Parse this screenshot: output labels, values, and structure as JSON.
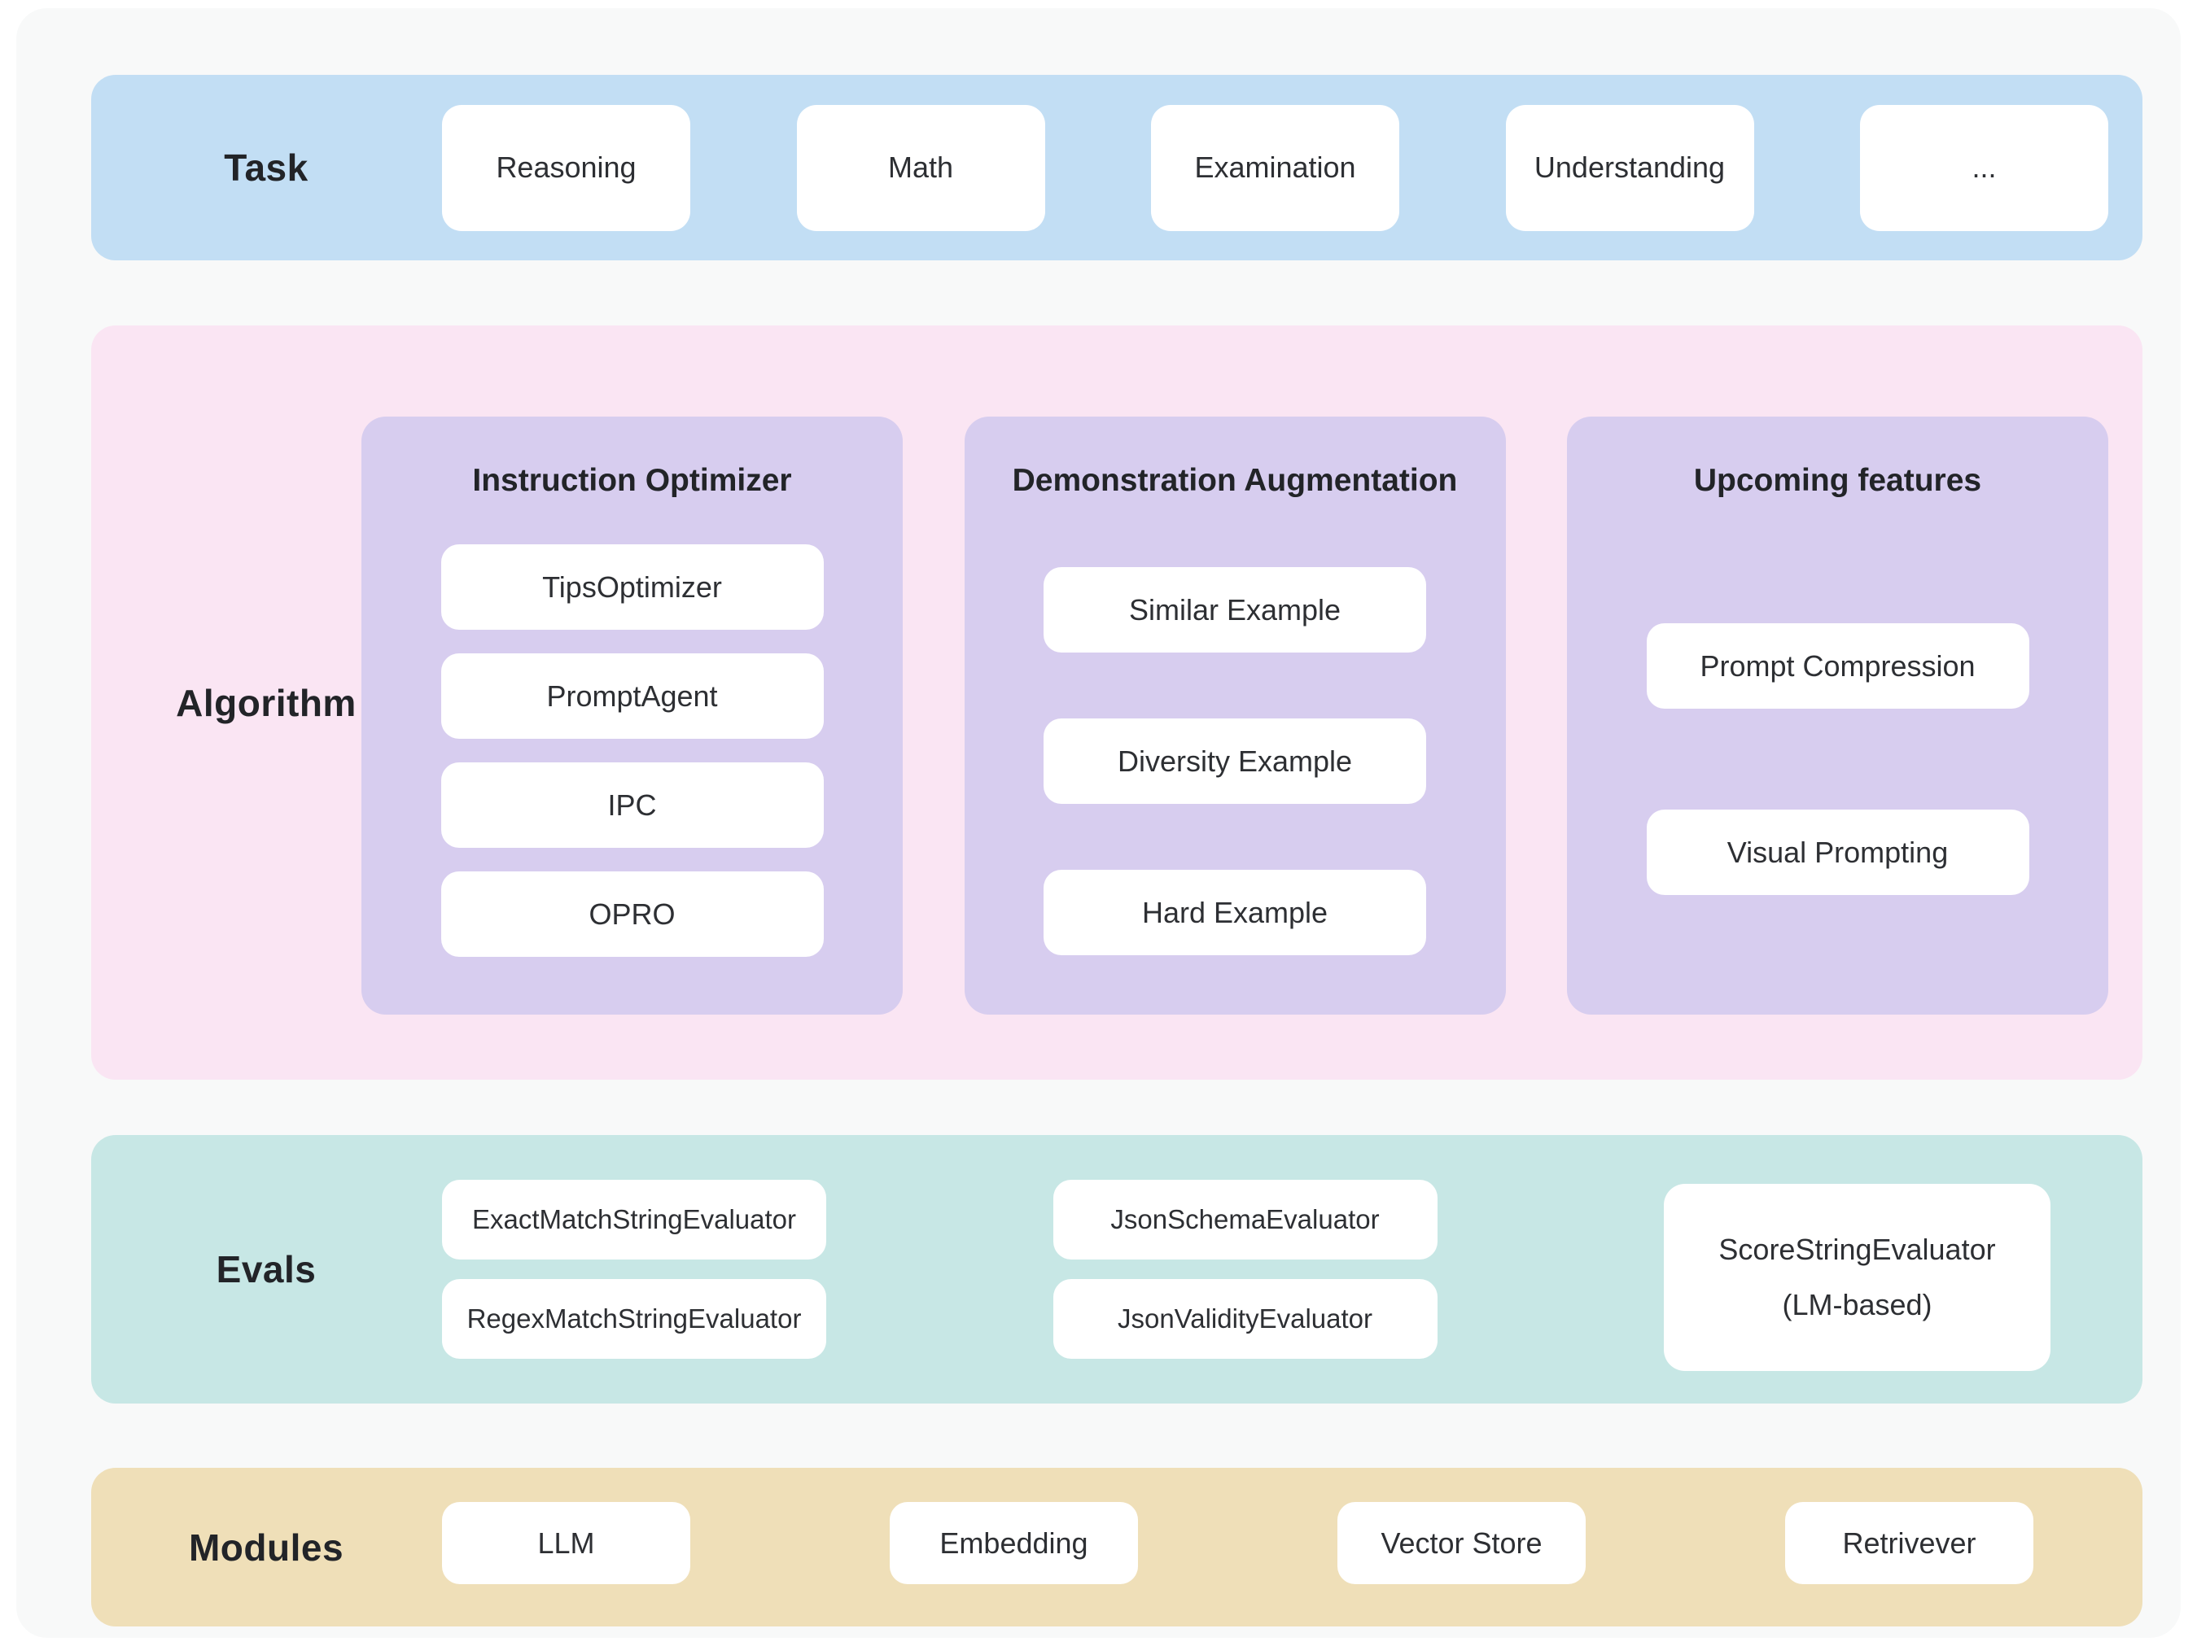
{
  "colors": {
    "page_bg": "#ffffff",
    "canvas_bg": "#f8f9f9",
    "task_band": "#c2def4",
    "algorithm_band": "#fae5f3",
    "algorithm_card": "#d7cdef",
    "evals_band": "#c7e7e5",
    "modules_band": "#efdfb8",
    "chip_bg": "#ffffff",
    "heading_text": "#222428",
    "chip_text": "#2d2f33"
  },
  "bands": {
    "task": {
      "label": "Task",
      "chips": [
        "Reasoning",
        "Math",
        "Examination",
        "Understanding",
        "..."
      ]
    },
    "algorithm": {
      "label": "Algorithm",
      "cards": [
        {
          "title": "Instruction Optimizer",
          "chips": [
            "TipsOptimizer",
            "PromptAgent",
            "IPC",
            "OPRO"
          ]
        },
        {
          "title": "Demonstration Augmentation",
          "chips": [
            "Similar Example",
            "Diversity Example",
            "Hard Example"
          ]
        },
        {
          "title": "Upcoming features",
          "chips": [
            "Prompt Compression",
            "Visual Prompting"
          ]
        }
      ]
    },
    "evals": {
      "label": "Evals",
      "columns": [
        [
          "ExactMatchStringEvaluator",
          "RegexMatchStringEvaluator"
        ],
        [
          "JsonSchemaEvaluator",
          "JsonValidityEvaluator"
        ]
      ],
      "tall_chip": {
        "line1": "ScoreStringEvaluator",
        "line2": "(LM-based)"
      }
    },
    "modules": {
      "label": "Modules",
      "chips": [
        "LLM",
        "Embedding",
        "Vector Store",
        "Retrivever"
      ]
    }
  }
}
